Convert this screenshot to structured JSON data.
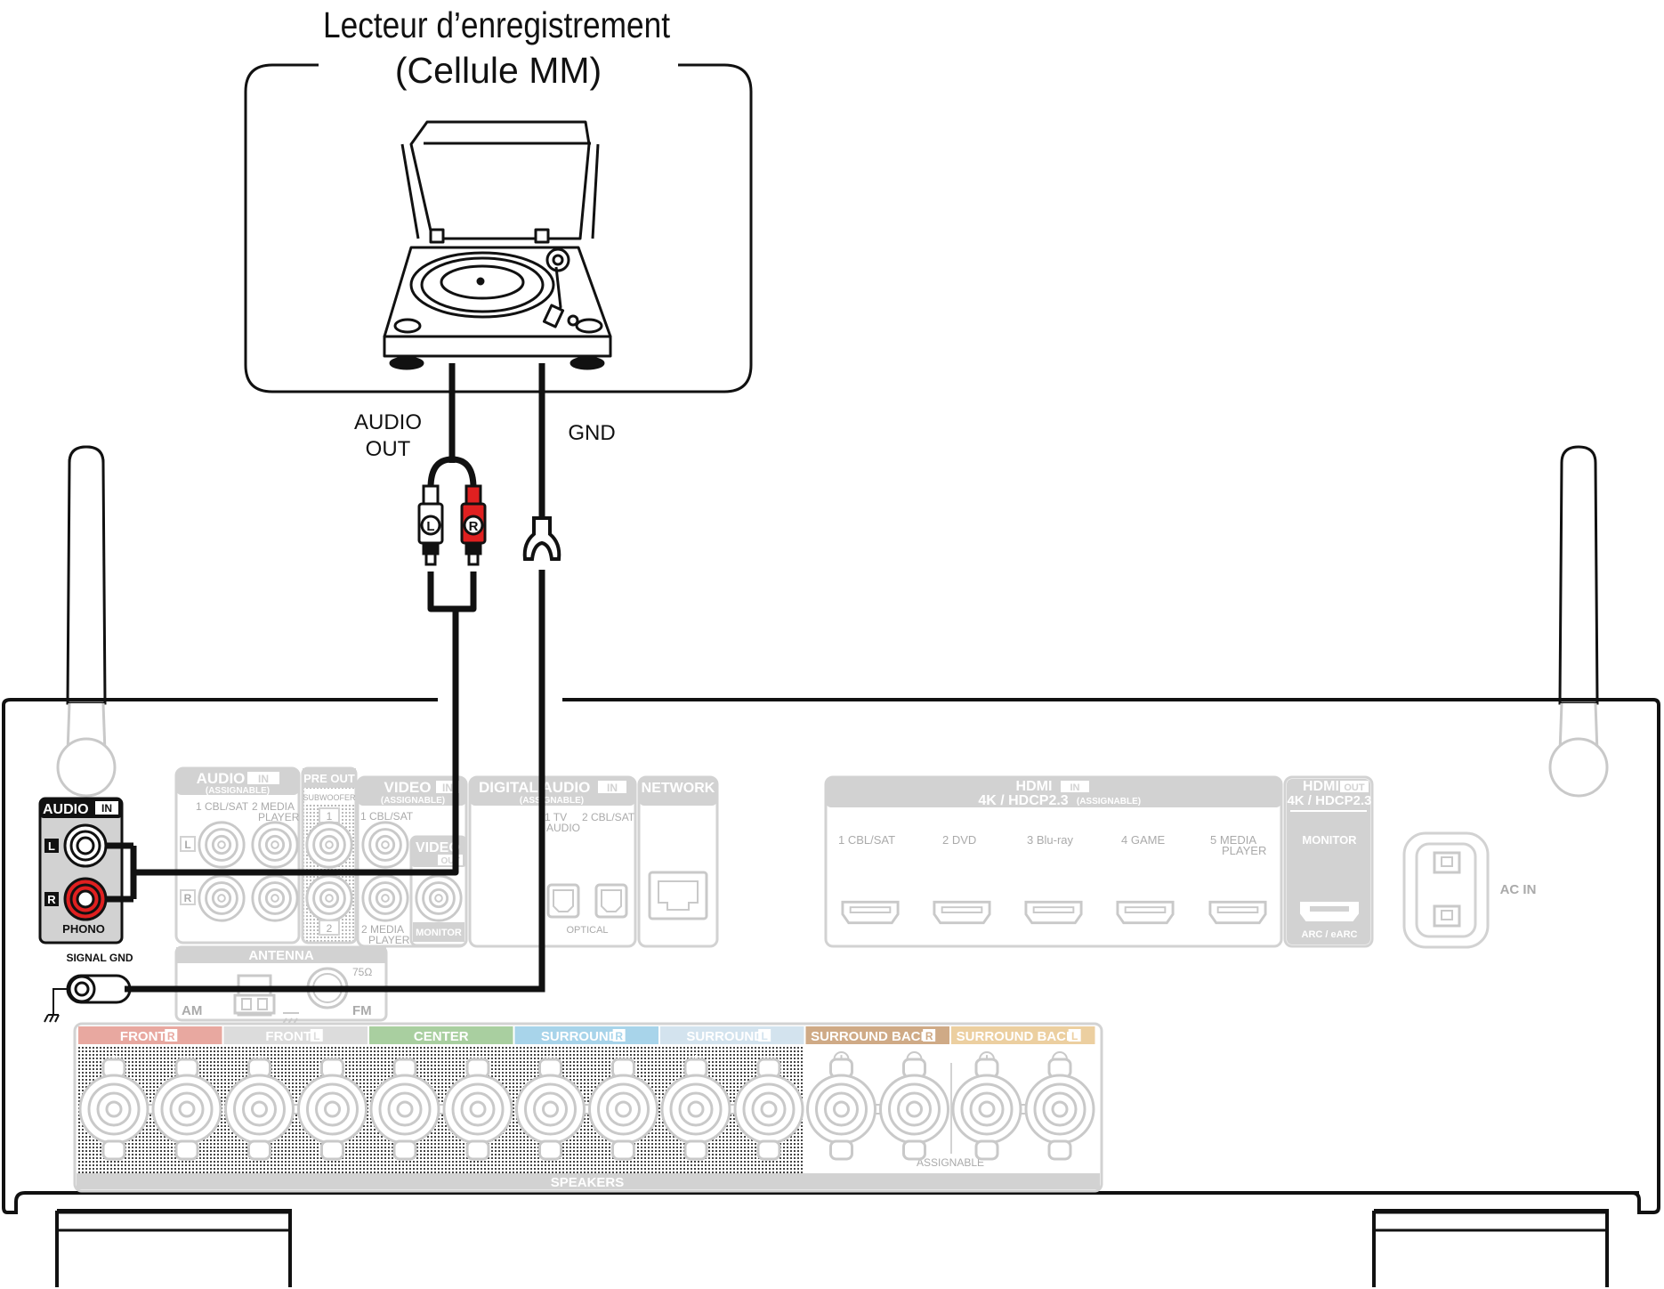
{
  "device": {
    "title_line1": "Lecteur d’enregistrement",
    "title_line2": "(Cellule MM)",
    "audio_out_line1": "AUDIO",
    "audio_out_line2": "OUT",
    "gnd": "GND",
    "plug_l": "L",
    "plug_r": "R"
  },
  "phono": {
    "header": "AUDIO",
    "header_in": "IN",
    "l": "L",
    "r": "R",
    "label": "PHONO",
    "signal_gnd": "SIGNAL GND"
  },
  "panel": {
    "audio_in": {
      "title": "AUDIO",
      "in": "IN",
      "assignable": "(ASSIGNABLE)",
      "ch1": "1 CBL/SAT",
      "ch2a": "2 MEDIA",
      "ch2b": "PLAYER",
      "l": "L",
      "r": "R"
    },
    "pre_out": {
      "title": "PRE OUT",
      "sub": "SUBWOOFER",
      "n1": "1",
      "n2": "2"
    },
    "video_in": {
      "title": "VIDEO",
      "in": "IN",
      "assignable": "(ASSIGNABLE)",
      "ch1": "1 CBL/SAT",
      "ch2a": "2 MEDIA",
      "ch2b": "PLAYER"
    },
    "video_out": {
      "title": "VIDEO",
      "out": "OUT",
      "monitor": "MONITOR"
    },
    "digital": {
      "title": "DIGITAL AUDIO",
      "in": "IN",
      "assignable": "(ASSIGNABLE)",
      "tv_a": "1 TV",
      "tv_b": "AUDIO",
      "cbl": "2 CBL/SAT",
      "optical": "OPTICAL"
    },
    "network": {
      "title": "NETWORK"
    },
    "hdmi_in": {
      "title": "HDMI",
      "in": "IN",
      "spec": "4K / HDCP2.3",
      "assignable": "(ASSIGNABLE)",
      "inputs": [
        "1  CBL/SAT",
        "2  DVD",
        "3  Blu-ray",
        "4  GAME",
        "5  MEDIA"
      ],
      "player": "PLAYER"
    },
    "hdmi_out": {
      "title": "HDMI",
      "out": "OUT",
      "spec": "4K / HDCP2.3",
      "monitor": "MONITOR",
      "arc": "ARC / eARC"
    },
    "ac_in": "AC IN",
    "antenna": {
      "title": "ANTENNA",
      "am": "AM",
      "fm": "FM",
      "ohm": "75Ω"
    },
    "speakers": {
      "label": "SPEAKERS",
      "assignable": "ASSIGNABLE",
      "groups": [
        {
          "name": "FRONT",
          "ch": "R",
          "color": "#e8a8a0"
        },
        {
          "name": "FRONT",
          "ch": "L",
          "color": "#dcdcdc"
        },
        {
          "name": "CENTER",
          "ch": "",
          "color": "#a9cfa0"
        },
        {
          "name": "SURROUND",
          "ch": "R",
          "color": "#a8d4ea"
        },
        {
          "name": "SURROUND",
          "ch": "L",
          "color": "#d3e3ee"
        },
        {
          "name": "SURROUND BACK",
          "ch": "R",
          "color": "#cfaa86"
        },
        {
          "name": "SURROUND BACK",
          "ch": "L",
          "color": "#eccfa0"
        }
      ]
    }
  },
  "colors": {
    "line": "#111111",
    "faded": "#c9c9c9",
    "red": "#e02020",
    "panel_gray": "#d2d2d2"
  }
}
